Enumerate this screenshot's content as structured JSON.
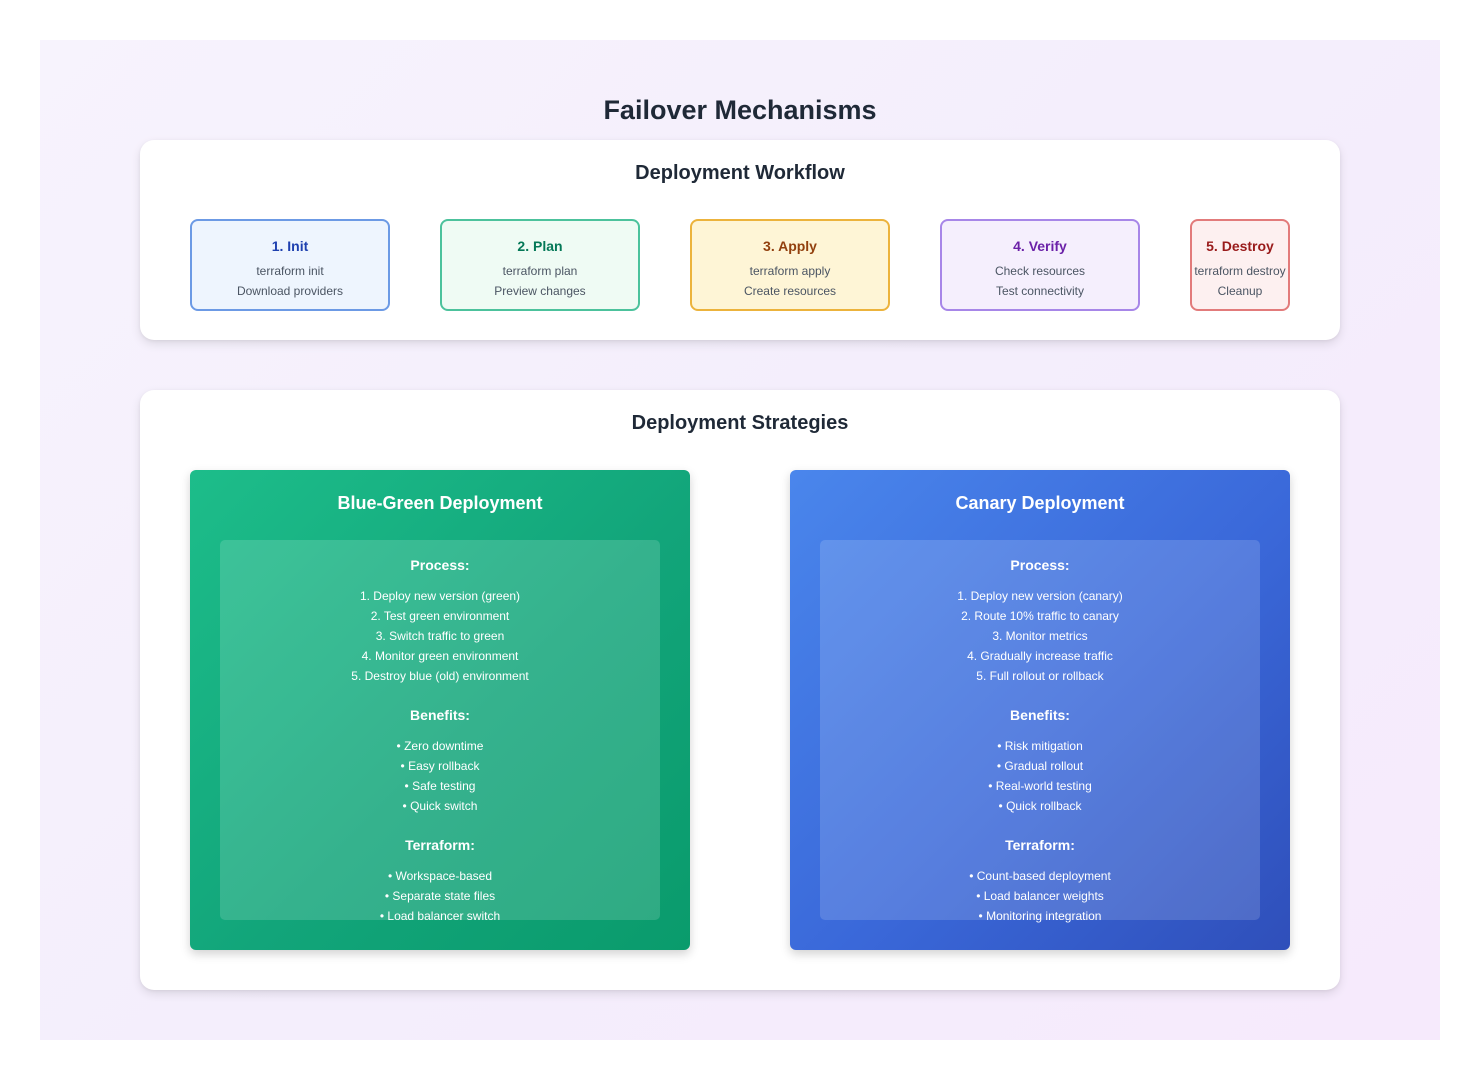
{
  "title": "Failover Mechanisms",
  "workflow": {
    "title": "Deployment Workflow",
    "steps": [
      {
        "title": "1. Init",
        "line1": "terraform init",
        "line2": "Download providers",
        "border": "#6c9ae5",
        "bg": "#eef5fe",
        "titleColor": "#1e40af"
      },
      {
        "title": "2. Plan",
        "line1": "terraform plan",
        "line2": "Preview changes",
        "border": "#4cc29c",
        "bg": "#effbf4",
        "titleColor": "#047857"
      },
      {
        "title": "3. Apply",
        "line1": "terraform apply",
        "line2": "Create resources",
        "border": "#ecb33c",
        "bg": "#fef5d6",
        "titleColor": "#92400e"
      },
      {
        "title": "4. Verify",
        "line1": "Check resources",
        "line2": "Test connectivity",
        "border": "#a786e8",
        "bg": "#f5effd",
        "titleColor": "#6b21a8"
      },
      {
        "title": "5. Destroy",
        "line1": "terraform destroy",
        "line2": "Cleanup",
        "border": "#e27b7b",
        "bg": "#fdf0f0",
        "titleColor": "#991b1b"
      }
    ]
  },
  "strategies": {
    "title": "Deployment Strategies",
    "blue_green": {
      "title": "Blue-Green Deployment",
      "process_heading": "Process:",
      "process": [
        "1. Deploy new version (green)",
        "2. Test green environment",
        "3. Switch traffic to green",
        "4. Monitor green environment",
        "5. Destroy blue (old) environment"
      ],
      "benefits_heading": "Benefits:",
      "benefits": [
        "• Zero downtime",
        "• Easy rollback",
        "• Safe testing",
        "• Quick switch"
      ],
      "terraform_heading": "Terraform:",
      "terraform": [
        "• Workspace-based",
        "• Separate state files",
        "• Load balancer switch"
      ]
    },
    "canary": {
      "title": "Canary Deployment",
      "process_heading": "Process:",
      "process": [
        "1. Deploy new version (canary)",
        "2. Route 10% traffic to canary",
        "3. Monitor metrics",
        "4. Gradually increase traffic",
        "5. Full rollout or rollback"
      ],
      "benefits_heading": "Benefits:",
      "benefits": [
        "• Risk mitigation",
        "• Gradual rollout",
        "• Real-world testing",
        "• Quick rollback"
      ],
      "terraform_heading": "Terraform:",
      "terraform": [
        "• Count-based deployment",
        "• Load balancer weights",
        "• Monitoring integration"
      ]
    }
  }
}
